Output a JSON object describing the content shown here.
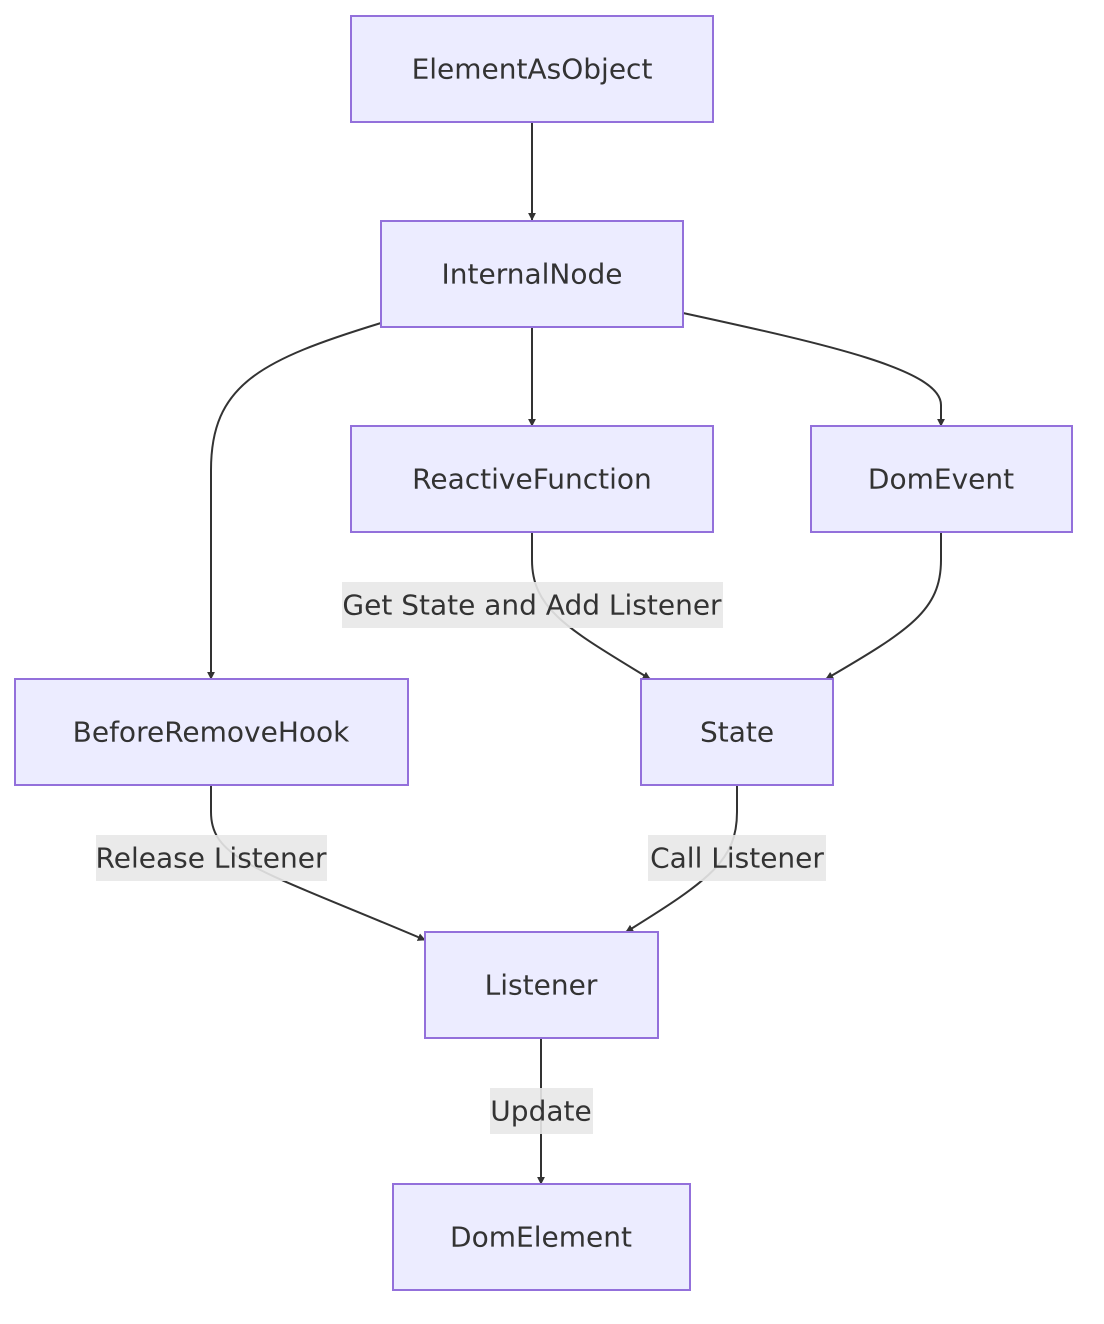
{
  "diagram": {
    "type": "flowchart",
    "colors": {
      "node_fill": "#ECECFF",
      "node_stroke": "#9370DB",
      "edge": "#333333",
      "label_bg": "#e8e8e8",
      "text": "#333333"
    },
    "nodes": [
      {
        "id": "ElementAsObject",
        "label": "ElementAsObject"
      },
      {
        "id": "InternalNode",
        "label": "InternalNode"
      },
      {
        "id": "ReactiveFunction",
        "label": "ReactiveFunction"
      },
      {
        "id": "DomEvent",
        "label": "DomEvent"
      },
      {
        "id": "BeforeRemoveHook",
        "label": "BeforeRemoveHook"
      },
      {
        "id": "State",
        "label": "State"
      },
      {
        "id": "Listener",
        "label": "Listener"
      },
      {
        "id": "DomElement",
        "label": "DomElement"
      }
    ],
    "edges": [
      {
        "from": "ElementAsObject",
        "to": "InternalNode",
        "label": ""
      },
      {
        "from": "InternalNode",
        "to": "BeforeRemoveHook",
        "label": ""
      },
      {
        "from": "InternalNode",
        "to": "ReactiveFunction",
        "label": ""
      },
      {
        "from": "InternalNode",
        "to": "DomEvent",
        "label": ""
      },
      {
        "from": "ReactiveFunction",
        "to": "State",
        "label": "Get State and Add Listener"
      },
      {
        "from": "DomEvent",
        "to": "State",
        "label": ""
      },
      {
        "from": "BeforeRemoveHook",
        "to": "Listener",
        "label": "Release Listener"
      },
      {
        "from": "State",
        "to": "Listener",
        "label": "Call Listener"
      },
      {
        "from": "Listener",
        "to": "DomElement",
        "label": "Update"
      }
    ]
  }
}
